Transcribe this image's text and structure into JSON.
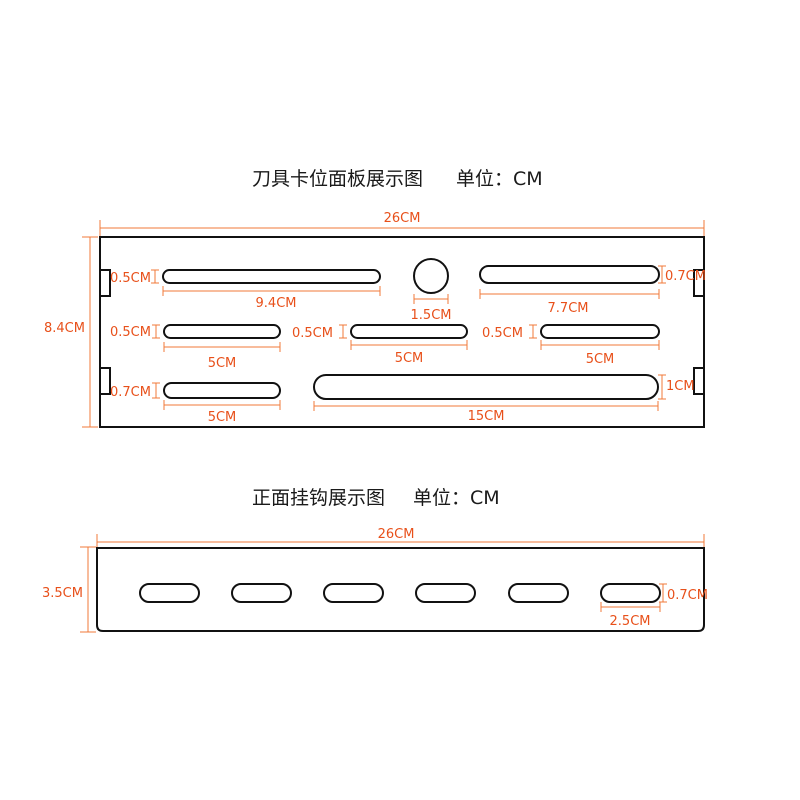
{
  "panel": {
    "title": "刀具卡位面板展示图",
    "unit_label": "单位：CM",
    "width_label": "26CM",
    "height_label": "8.4CM",
    "dims": {
      "slot1_height": "0.5CM",
      "slot1_width": "9.4CM",
      "circle_diameter": "1.5CM",
      "slot2_width": "7.7CM",
      "slot2_height": "0.7CM",
      "slot3_height": "0.5CM",
      "slot3_width": "5CM",
      "slot4_height": "0.5CM",
      "slot4_width": "5CM",
      "slot5_height": "0.5CM",
      "slot5_width": "5CM",
      "slot6_height": "0.7CM",
      "slot6_width": "5CM",
      "slot7_height": "1CM",
      "slot7_width": "15CM"
    }
  },
  "hook": {
    "title": "正面挂钩展示图",
    "unit_label": "单位：CM",
    "width_label": "26CM",
    "height_label": "3.5CM",
    "slot_height_label": "0.7CM",
    "slot_width_label": "2.5CM"
  },
  "colors": {
    "outline": "#111111",
    "dimension": "#e8501a"
  }
}
